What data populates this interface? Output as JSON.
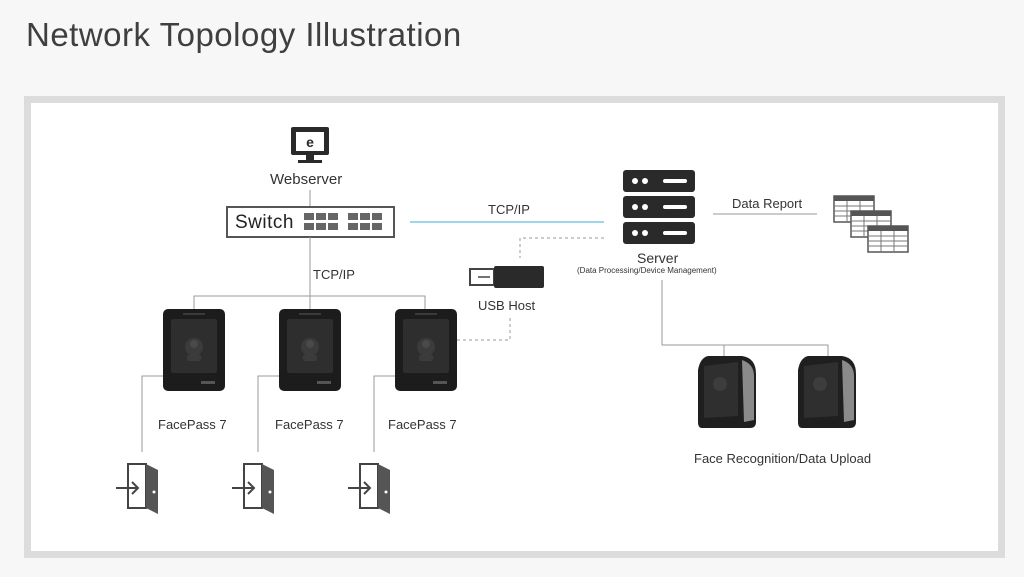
{
  "title": "Network Topology Illustration",
  "nodes": {
    "webserver": "Webserver",
    "switch": "Switch",
    "server": "Server",
    "server_sub": "(Data Processing/Device Management)",
    "usb_host": "USB Host",
    "data_report": "Data Report",
    "facepass_1": "FacePass 7",
    "facepass_2": "FacePass 7",
    "facepass_3": "FacePass 7",
    "face_upload": "Face Recognition/Data Upload"
  },
  "links": {
    "tcp_switch_server": "TCP/IP",
    "tcp_switch_devices": "TCP/IP"
  },
  "colors": {
    "accent_line": "#7ec8e8",
    "device": "#1c1c1c",
    "frame": "#dcdcdc"
  },
  "icons": [
    "monitor-ie-icon",
    "network-switch-icon",
    "server-rack-icon",
    "usb-drive-icon",
    "spreadsheet-icon",
    "facepass-device-icon",
    "door-exit-icon"
  ]
}
